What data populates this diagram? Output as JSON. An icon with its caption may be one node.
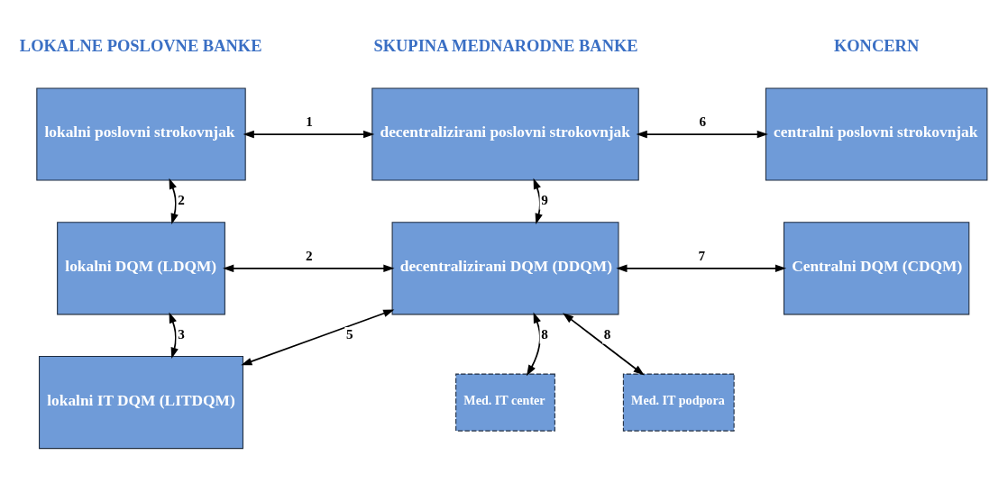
{
  "diagram": {
    "nodes": [
      {
        "text": [
          "lokalni poslovni strokovnjak"
        ]
      },
      {
        "text": [
          "lokalni DQM (LDQM)"
        ]
      },
      {
        "text": [
          "lokalni IT DQM (LITDQM)"
        ]
      },
      {
        "text": [
          "decentralizirani poslovni strokovnjak"
        ]
      },
      {
        "text": [
          "decentralizirani DQM (DDQM)"
        ]
      },
      {
        "text": [
          "Med. IT center"
        ]
      },
      {
        "text": [
          "Med. IT podpora"
        ]
      },
      {
        "text": [
          "centralni poslovni strokovnjak"
        ]
      },
      {
        "text": [
          "Centralni DQM (CDQM)"
        ]
      }
    ],
    "edges": [
      {
        "from": 0,
        "to": 3,
        "arrow": "both",
        "label": "1"
      },
      {
        "from": 0,
        "to": 1,
        "arrow": "both",
        "label": "2"
      },
      {
        "from": 1,
        "to": 4,
        "arrow": "both",
        "label": "2"
      },
      {
        "from": 1,
        "to": 2,
        "arrow": "both",
        "label": "3"
      },
      {
        "from": 2,
        "to": 4,
        "arrow": "both",
        "label": "5"
      },
      {
        "from": 3,
        "to": 7,
        "arrow": "both",
        "label": "6"
      },
      {
        "from": 4,
        "to": 8,
        "arrow": "both",
        "label": "7"
      },
      {
        "from": 4,
        "to": 5,
        "arrow": "both",
        "label": "8"
      },
      {
        "from": 4,
        "to": 6,
        "arrow": "both",
        "label": "8"
      },
      {
        "from": 3,
        "to": 4,
        "arrow": "both",
        "label": "9"
      }
    ],
    "labels": [
      "LOKALNE POSLOVNE BANKE",
      "SKUPINA MEDNARODNE BANKE",
      "KONCERN"
    ]
  }
}
